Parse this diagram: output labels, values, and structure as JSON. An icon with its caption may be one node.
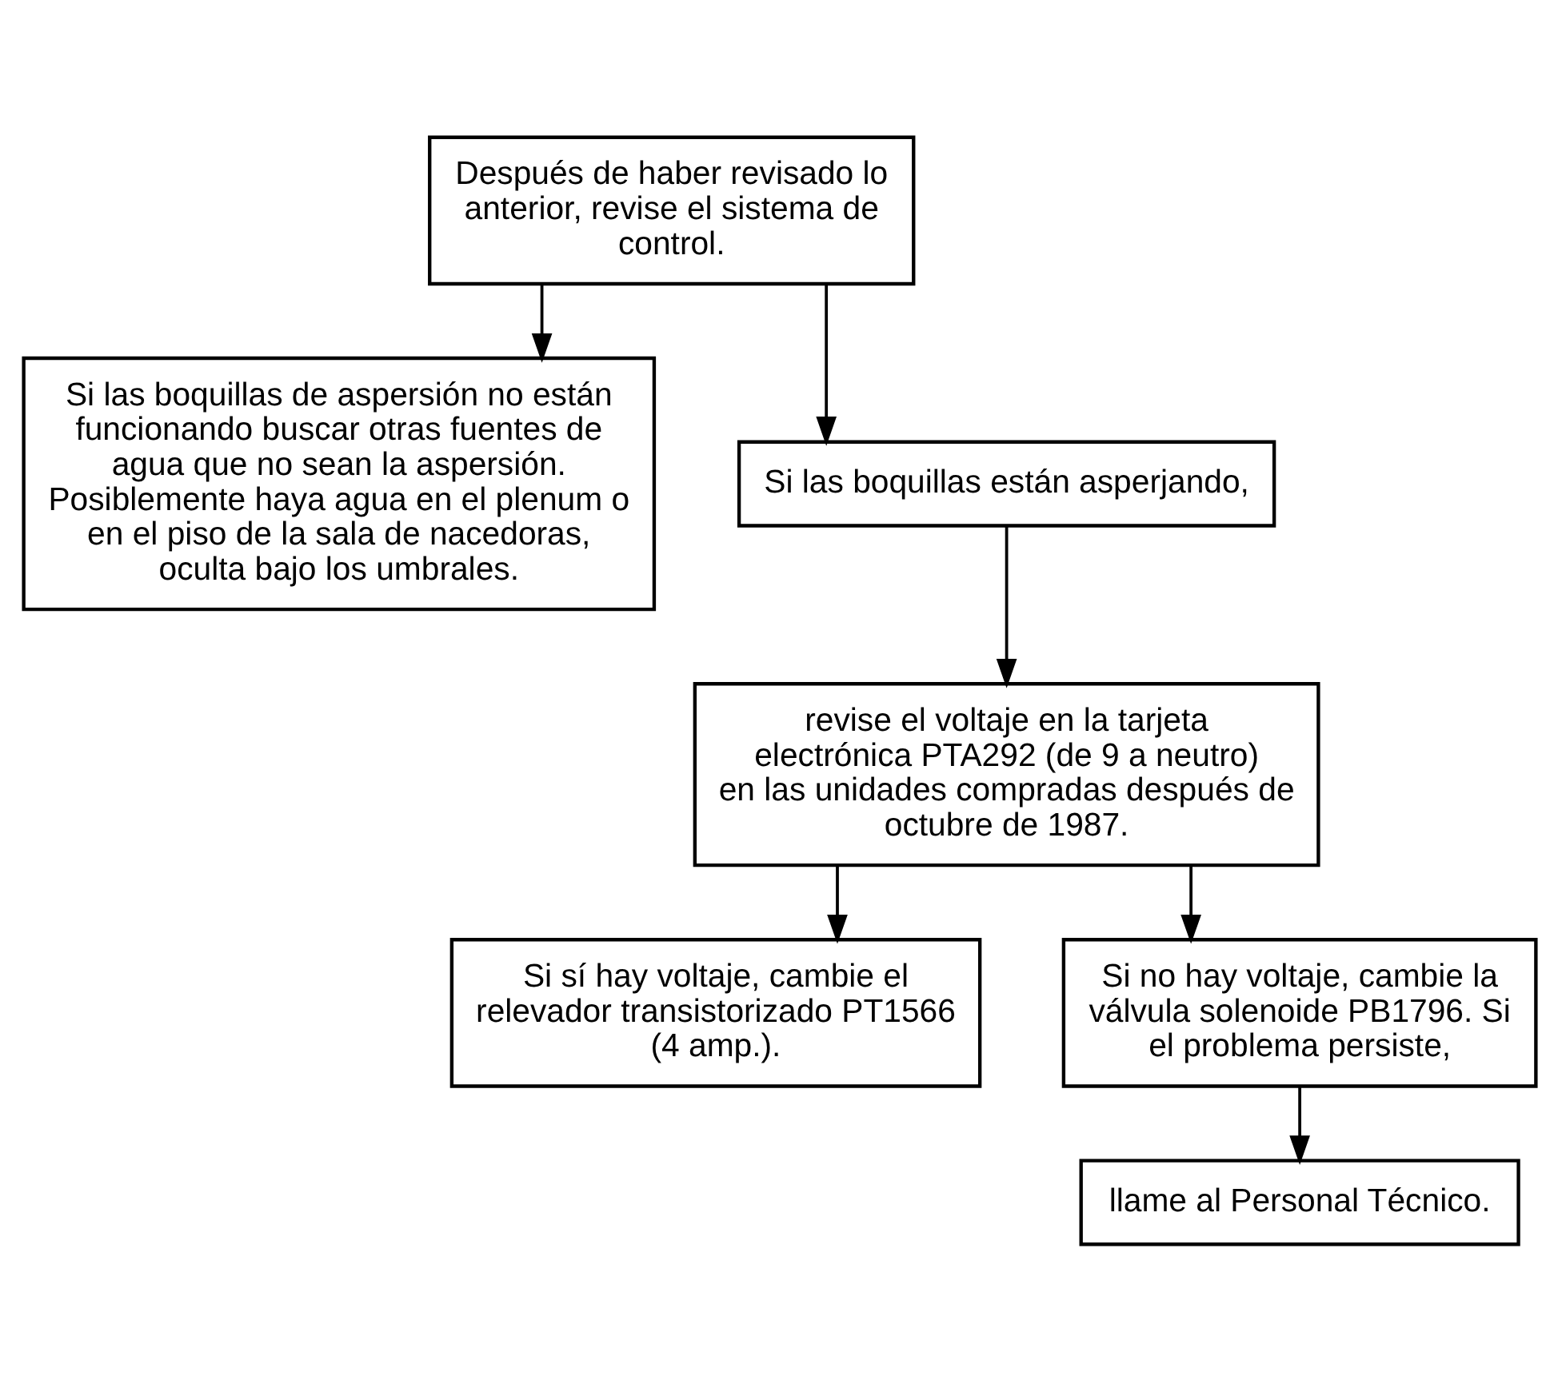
{
  "diagram": {
    "nodes": [
      {
        "text": [
          "Después de haber revisado lo anterior, revise el sistema de control."
        ]
      },
      {
        "text": [
          "Si las boquillas de aspersión no están funcionando buscar otras fuentes de agua que no sean la aspersión. Posiblemente haya agua en el plenum o en el piso de la sala de nacedoras, oculta bajo los umbrales."
        ]
      },
      {
        "text": [
          "Si las boquillas están asperjando,"
        ]
      },
      {
        "text": [
          "revise el voltaje en la tarjeta electrónica PTA292 (de 9 a neutro) en las unidades compradas después de octubre de 1987."
        ]
      },
      {
        "text": [
          "Si sí hay voltaje, cambie el relevador transistorizado PT1566 (4 amp.)."
        ]
      },
      {
        "text": [
          "Si no hay voltaje, cambie la válvula solenoide PB1796. Si el problema persiste,"
        ]
      },
      {
        "text": [
          "llame al Personal Técnico."
        ]
      }
    ],
    "edges": [
      {
        "from": 0,
        "to": 1,
        "arrow": "to"
      },
      {
        "from": 0,
        "to": 2,
        "arrow": "to"
      },
      {
        "from": 2,
        "to": 3,
        "arrow": "to"
      },
      {
        "from": 3,
        "to": 4,
        "arrow": "to"
      },
      {
        "from": 3,
        "to": 5,
        "arrow": "to"
      },
      {
        "from": 5,
        "to": 6,
        "arrow": "to"
      }
    ]
  }
}
